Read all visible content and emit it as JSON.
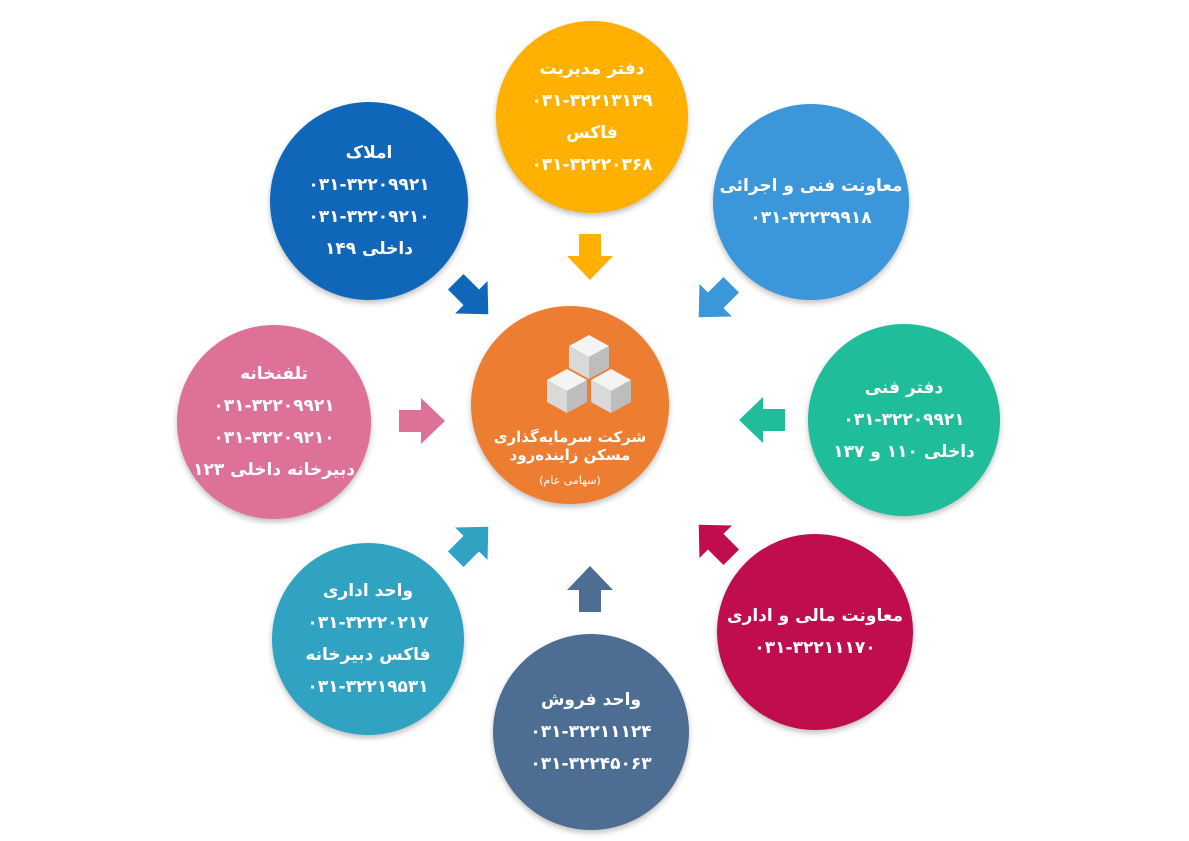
{
  "center": {
    "name_line1": "شرکت سرمایه‌گذاری",
    "name_line2": "مسکن زاینده‌رود",
    "subtitle": "(سهامی عام)",
    "color": "#ed7d31",
    "icon": "cubes-logo-icon"
  },
  "nodes": [
    {
      "id": "management-office",
      "color": "#ffb000",
      "lines": [
        "دفتر مدیریت",
        "۰۳۱-۳۲۲۱۳۱۳۹",
        "فاکس",
        "۰۳۱-۳۲۲۲۰۳۶۸"
      ]
    },
    {
      "id": "technical-deputy",
      "color": "#3b96da",
      "lines": [
        "معاونت فنی و اجرائی",
        "۰۳۱-۳۲۲۳۹۹۱۸"
      ]
    },
    {
      "id": "technical-office",
      "color": "#20bd9a",
      "lines": [
        "دفتر فنی",
        "۰۳۱-۳۲۲۰۹۹۲۱",
        "داخلی ۱۱۰ و ۱۳۷"
      ]
    },
    {
      "id": "financial-deputy",
      "color": "#c00d4d",
      "lines": [
        "معاونت مالی و اداری",
        "۰۳۱-۳۲۲۱۱۱۷۰"
      ]
    },
    {
      "id": "sales-unit",
      "color": "#4d6d93",
      "lines": [
        "واحد فروش",
        "۰۳۱-۳۲۲۱۱۱۲۴",
        "۰۳۱-۳۲۲۴۵۰۶۳"
      ]
    },
    {
      "id": "admin-unit",
      "color": "#2fa3c1",
      "lines": [
        "واحد اداری",
        "۰۳۱-۳۲۲۲۰۲۱۷",
        "فاکس دبیرخانه",
        "۰۳۱-۳۲۲۱۹۵۳۱"
      ]
    },
    {
      "id": "switchboard",
      "color": "#de7197",
      "lines": [
        "تلفنخانه",
        "۰۳۱-۳۲۲۰۹۹۲۱",
        "۰۳۱-۳۲۲۰۹۲۱۰",
        "دبیرخانه داخلی ۱۲۳"
      ]
    },
    {
      "id": "properties",
      "color": "#1067b9",
      "lines": [
        "املاک",
        "۰۳۱-۳۲۲۰۹۹۲۱",
        "۰۳۱-۳۲۲۰۹۲۱۰",
        "داخلی ۱۴۹"
      ]
    }
  ]
}
